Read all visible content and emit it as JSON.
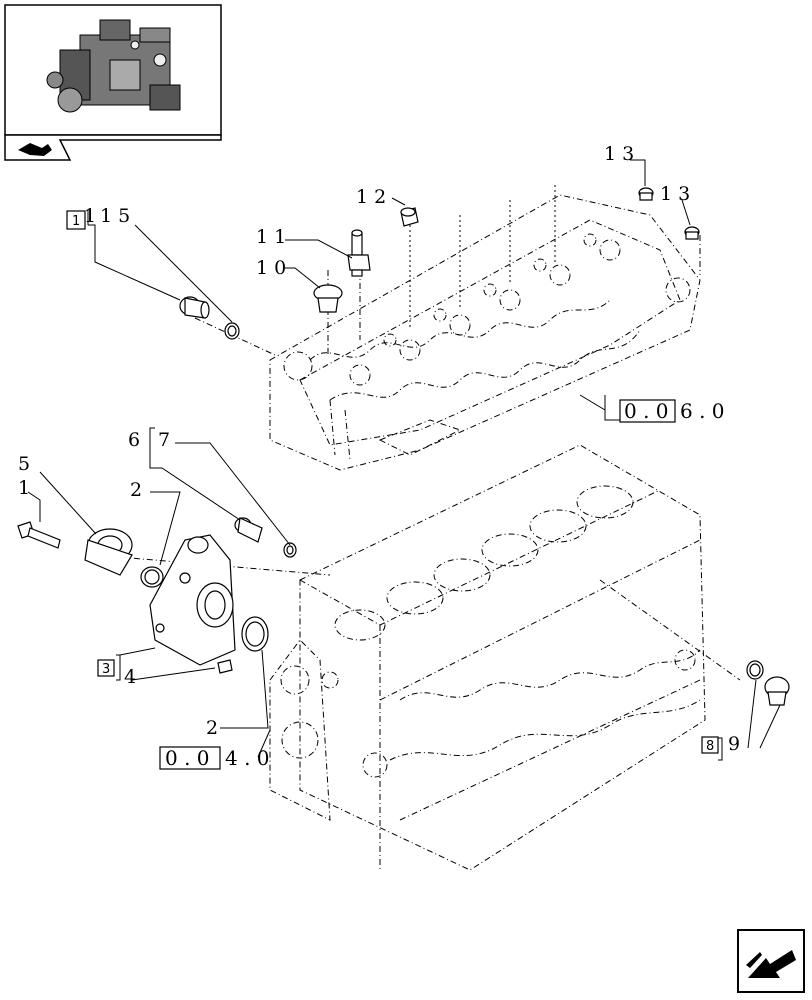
{
  "callouts": {
    "c1": "1",
    "c2a": "2",
    "c2b": "2",
    "c4": "4",
    "c5": "5",
    "c6": "6",
    "c7": "7",
    "c9": "9",
    "c10": "1 0",
    "c11": "1 1",
    "c12": "1 2",
    "c13a": "1 3",
    "c13b": "1 3",
    "c14": "1",
    "c15": "1 5"
  },
  "boxed": {
    "b1": "1",
    "b3": "3",
    "b8": "8"
  },
  "references": {
    "r060_box": "0 . 0",
    "r060_tail": "6 . 0",
    "r040_box": "0 . 0",
    "r040_tail": "4 . 0"
  },
  "icons": {
    "thumbnail": "engine-thumbnail-icon",
    "thumb_tab": "book-arrow-icon",
    "nav": "next-page-arrow-icon"
  }
}
